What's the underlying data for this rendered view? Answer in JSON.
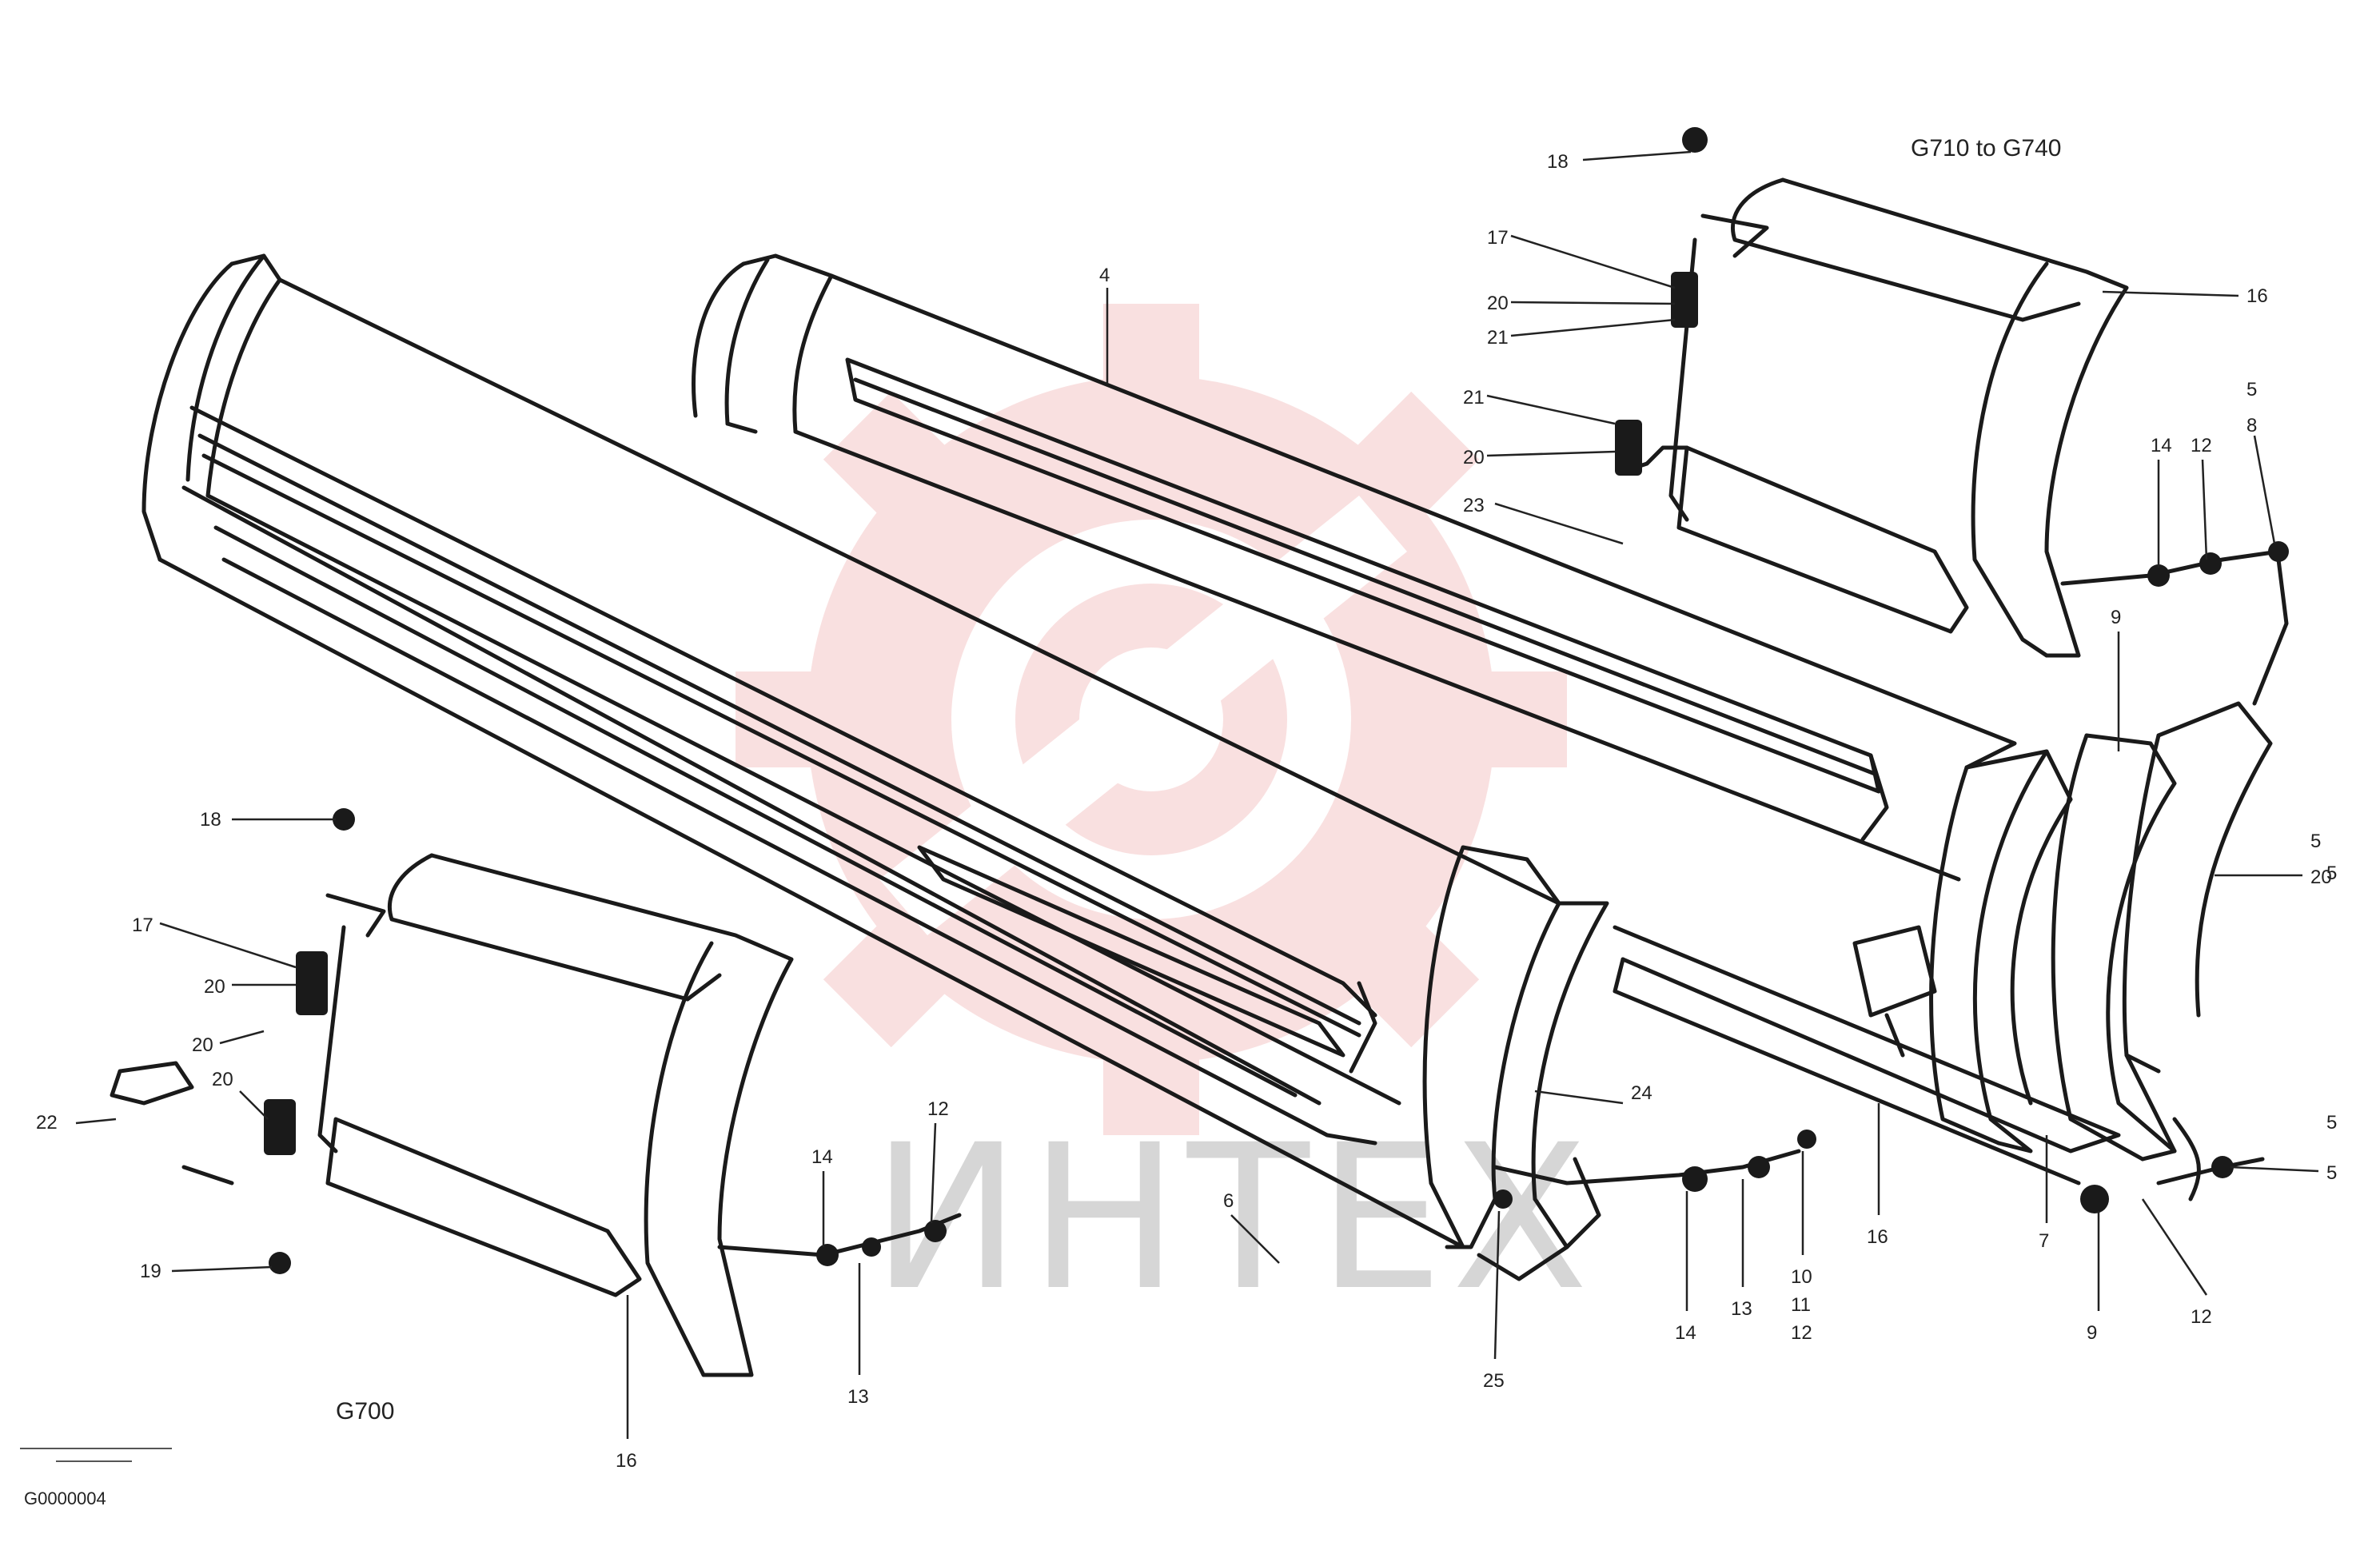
{
  "captions": {
    "top_right": "G710 to G740",
    "bottom_left": "G700",
    "ref_code": "G0000004"
  },
  "watermark": {
    "text": "ИНТЕХ",
    "color": "#f4c7c7"
  },
  "labels": [
    "18",
    "17",
    "20",
    "21",
    "21",
    "20",
    "23",
    "16",
    "4",
    "5",
    "8",
    "12",
    "14",
    "9",
    "5",
    "20",
    "18",
    "17",
    "20",
    "20",
    "20",
    "22",
    "19",
    "14",
    "12",
    "13",
    "24",
    "6",
    "14",
    "13",
    "10",
    "11",
    "12",
    "25",
    "16",
    "7",
    "5",
    "5",
    "5",
    "9",
    "12",
    "16"
  ]
}
